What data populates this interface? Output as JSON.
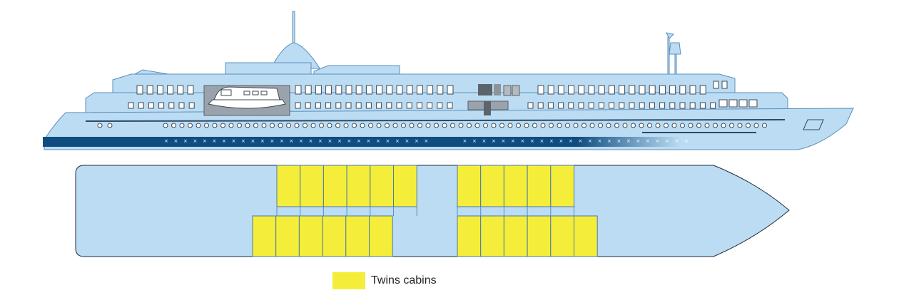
{
  "legend": {
    "items": [
      {
        "label": "Twins cabins",
        "color": "#f4ee3a"
      }
    ]
  },
  "colors": {
    "hull_light": "#bcdcf3",
    "hull_outline": "#5a8fbc",
    "waterline": "#0f4d80",
    "superstructure_gray": "#9aa3ab",
    "dark_gray": "#5b636b",
    "cabin_yellow": "#f4ee3a",
    "window_fill": "#ffffff"
  },
  "icons": [
    "ship-profile",
    "lifeboat",
    "deck-plan"
  ]
}
